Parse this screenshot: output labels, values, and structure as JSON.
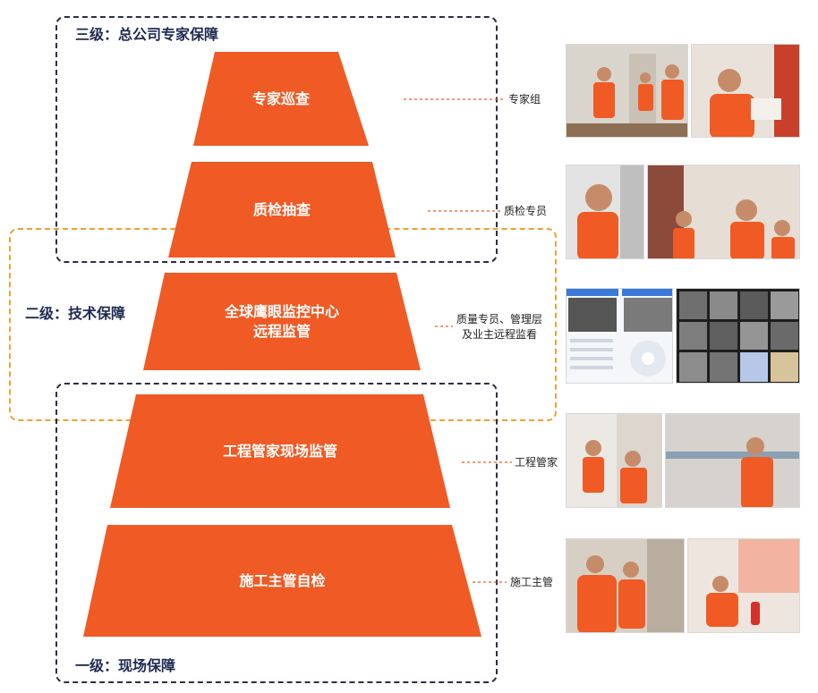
{
  "levels": {
    "l3": "三级：总公司专家保障",
    "l2": "二级：技术保障",
    "l1": "一级：现场保障"
  },
  "tiers": [
    {
      "id": "expert",
      "lines": [
        "专家巡查"
      ],
      "role": [
        "专家组"
      ]
    },
    {
      "id": "qc",
      "lines": [
        "质检抽查"
      ],
      "role": [
        "质检专员"
      ]
    },
    {
      "id": "monitor",
      "lines": [
        "全球鹰眼监控中心",
        "远程监管"
      ],
      "role": [
        "质量专员、管理层",
        "及业主远程监看"
      ]
    },
    {
      "id": "butler",
      "lines": [
        "工程管家现场监管"
      ],
      "role": [
        "工程管家"
      ]
    },
    {
      "id": "supervisor",
      "lines": [
        "施工主管自检"
      ],
      "role": [
        "施工主管"
      ]
    }
  ],
  "colors": {
    "tier_fill": "#f05a24",
    "connector": "#f05a24",
    "frame_dark": "#2a2f45",
    "frame_orange": "#f0a030",
    "level_text": "#1f2a52"
  }
}
